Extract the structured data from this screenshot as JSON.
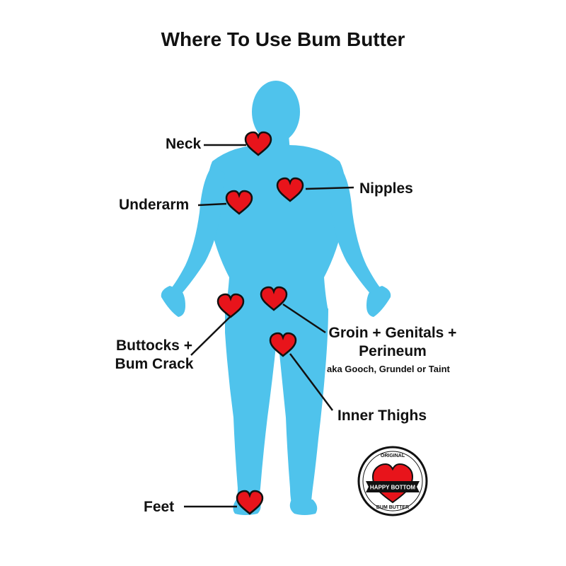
{
  "title": "Where To Use Bum Butter",
  "labels": {
    "neck": "Neck",
    "nipples": "Nipples",
    "underarm": "Underarm",
    "buttocks_line1": "Buttocks +",
    "buttocks_line2": "Bum Crack",
    "groin_line1": "Groin + Genitals +",
    "groin_line2": "Perineum",
    "groin_note": "aka Gooch, Grundel or Taint",
    "inner_thighs": "Inner Thighs",
    "feet": "Feet"
  },
  "logo": {
    "top_text": "ORIGINAL",
    "banner_text": "HAPPY BOTTOM",
    "bottom_text": "BUM BUTTER"
  },
  "colors": {
    "body": "#4fc3ec",
    "heart_fill": "#e8141b",
    "heart_stroke": "#111111",
    "text": "#111111"
  }
}
